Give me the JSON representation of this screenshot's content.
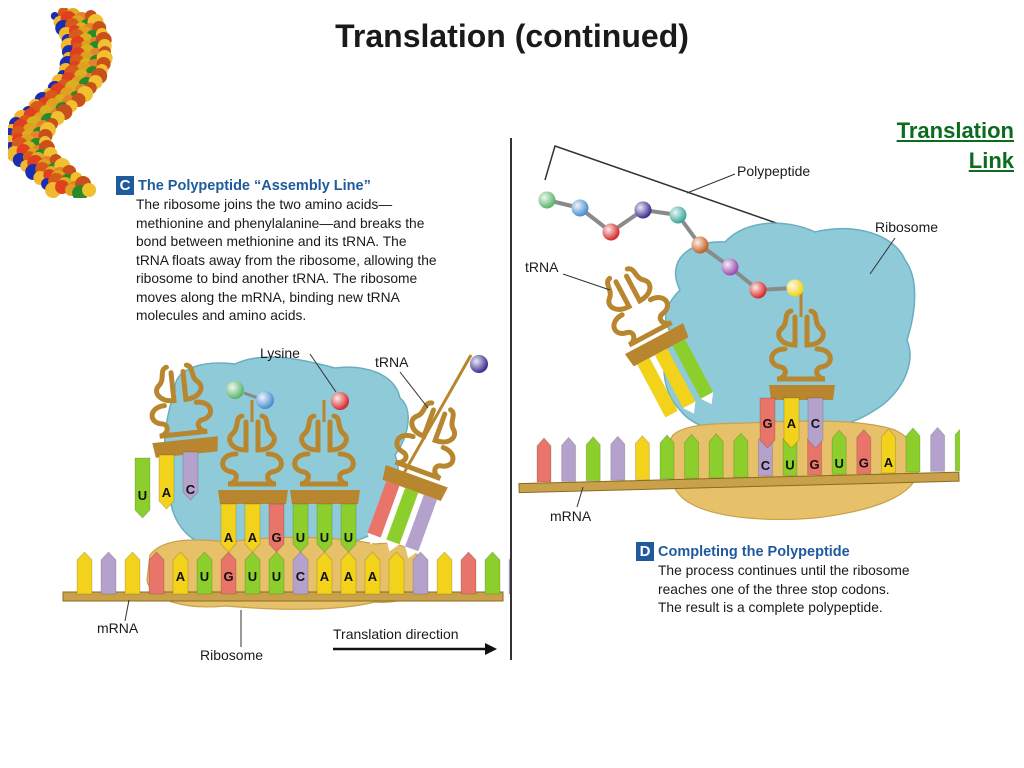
{
  "title": "Translation (continued)",
  "link": {
    "line1": "Translation",
    "line2": "Link"
  },
  "panel_c": {
    "badge": "C",
    "heading": "The Polypeptide “Assembly Line”",
    "body_lines": [
      "The ribosome joins the two amino acids—",
      "methionine and phenylalanine—and breaks the",
      "bond between methionine and its tRNA. The",
      "tRNA floats away from the ribosome, allowing the",
      "ribosome to bind another tRNA. The ribosome",
      "moves along the mRNA, binding new tRNA",
      "molecules and amino acids."
    ],
    "labels": {
      "lysine": "Lysine",
      "trna": "tRNA",
      "mrna": "mRNA",
      "ribosome": "Ribosome",
      "direction": "Translation direction"
    },
    "leaving_anticodon": [
      "U",
      "A",
      "C"
    ],
    "bound_anticodons": [
      "A",
      "A",
      "G",
      "U",
      "U",
      "U"
    ],
    "codons": [
      "A",
      "U",
      "G",
      "U",
      "U",
      "C",
      "A",
      "A",
      "A"
    ]
  },
  "panel_d": {
    "badge": "D",
    "heading": "Completing the Polypeptide",
    "body_lines": [
      "The process continues until the ribosome",
      "reaches one of the three stop codons.",
      "The result is a complete polypeptide."
    ],
    "labels": {
      "polypeptide": "Polypeptide",
      "ribosome": "Ribosome",
      "trna": "tRNA",
      "mrna": "mRNA"
    },
    "anticodon": [
      "G",
      "A",
      "C"
    ],
    "codons": [
      "C",
      "U",
      "G",
      "U",
      "G",
      "A"
    ]
  },
  "colors": {
    "adenine": "#f2d21a",
    "uracil": "#8ccf2c",
    "guanine": "#e8746a",
    "cytosine": "#b5a2cc",
    "ribosome_large": "#8ecad8",
    "ribosome_small": "#e7c16a",
    "trna": "#b8862e",
    "heading_blue": "#1f5a9c",
    "link_green": "#0b6b1f"
  }
}
